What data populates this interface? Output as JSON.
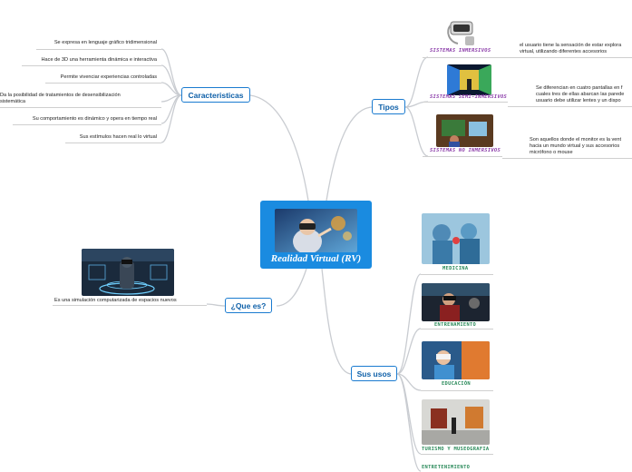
{
  "central": {
    "title": "Realidad Virtual (RV)",
    "image": "vr-headset-person"
  },
  "topics": {
    "caracteristicas": "Caracteristicas",
    "que_es": "¿Que es?",
    "tipos": "Tipos",
    "sus_usos": "Sus usos"
  },
  "caracteristicas_items": [
    "Se expresa en lenguaje gráfico tridimensional",
    "Hace de 3D una herramienta dinámica e interactiva",
    "Permite vivenciar experiencias controladas",
    "Da la posibilidad de tratamientos de desensibilización",
    "sistemática",
    "Su comportamiento es dinámico y opera en tiempo real",
    "Sus estímulos hacen real lo virtual"
  ],
  "que_es_item": "Es una simulación computarizada de espacios nuevos",
  "tipos_items": [
    {
      "label": "SISTEMAS INMERSIVOS",
      "desc": [
        "el usuario tiene la sensación de estar explora",
        "virtual, utilizando diferentes accesorios"
      ]
    },
    {
      "label": "SISTEMAS SEMI-INMERSIVOS",
      "desc": [
        "Se diferencian en cuatro pantallas en f",
        "cuales tres de ellas abarcan las parede",
        "usuario debe utilizar lentes y un dispo"
      ]
    },
    {
      "label": "SISTEMAS NO INMERSIVOS",
      "desc": [
        "Son aquellos donde el monitor es la vent",
        "hacia un mundo virtual y sus accesorios",
        "micrófono o mouse"
      ]
    }
  ],
  "usos_items": [
    "MEDICINA",
    "ENTRENAMIENTO",
    "EDUCACIÓN",
    "TURISMO Y MUSEOGRAFIA",
    "ENTRETENIMIENTO"
  ],
  "colors": {
    "accent": "#1a8be0",
    "topic_text": "#0d5fa8",
    "purple": "#8a3aa8",
    "green": "#2a8a5a",
    "line": "#c9ccd1"
  }
}
